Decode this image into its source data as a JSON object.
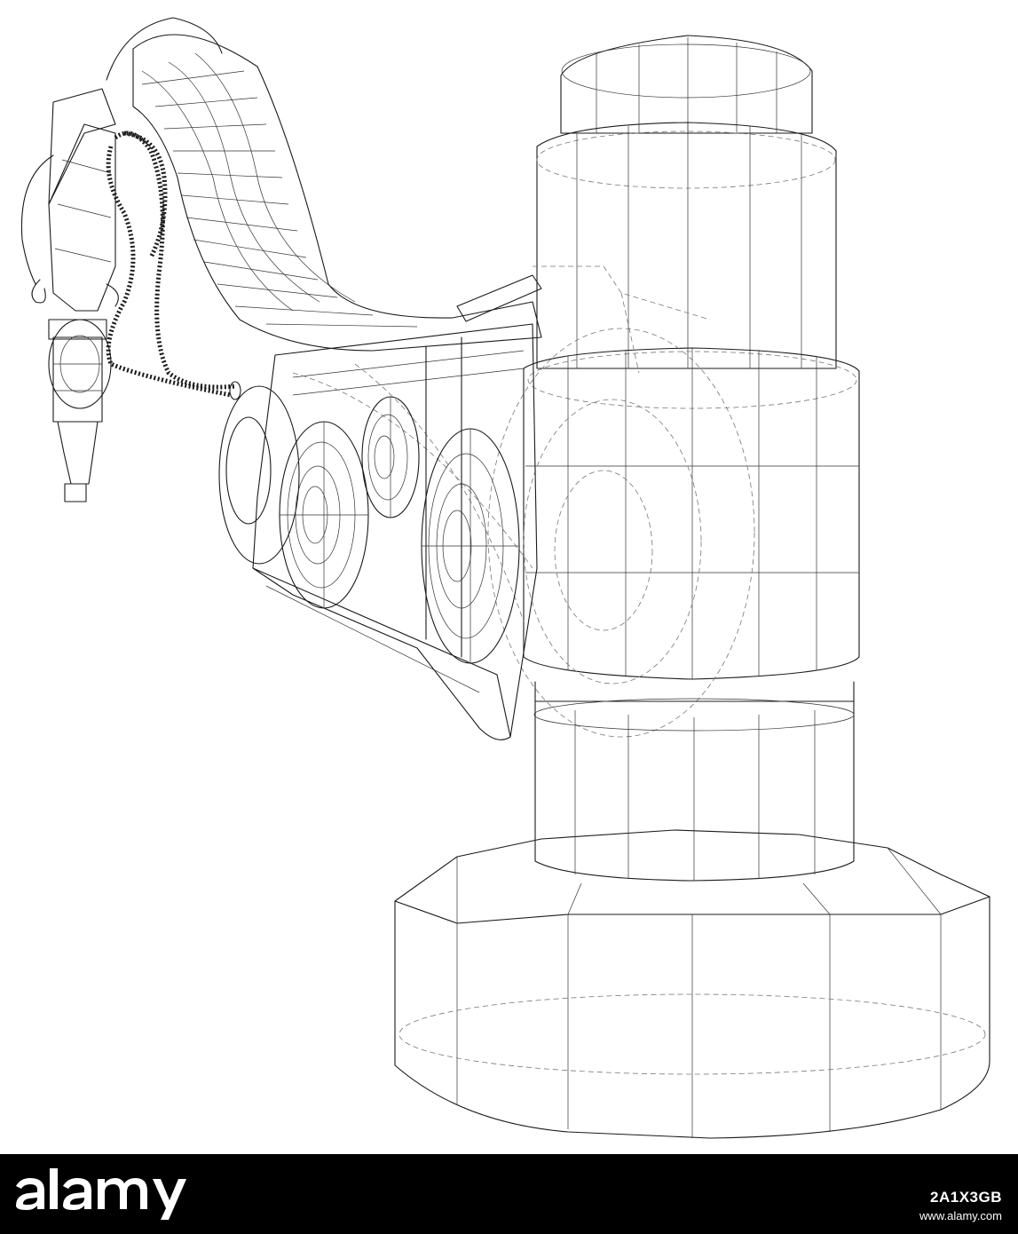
{
  "subject_icon": "robot-arm-wireframe-icon",
  "line_color": "#1a1a1a",
  "background_color": "#ffffff",
  "footer": {
    "background_color": "#000000",
    "logo_text": "alamy",
    "image_id": "2A1X3GB",
    "url": "www.alamy.com"
  }
}
